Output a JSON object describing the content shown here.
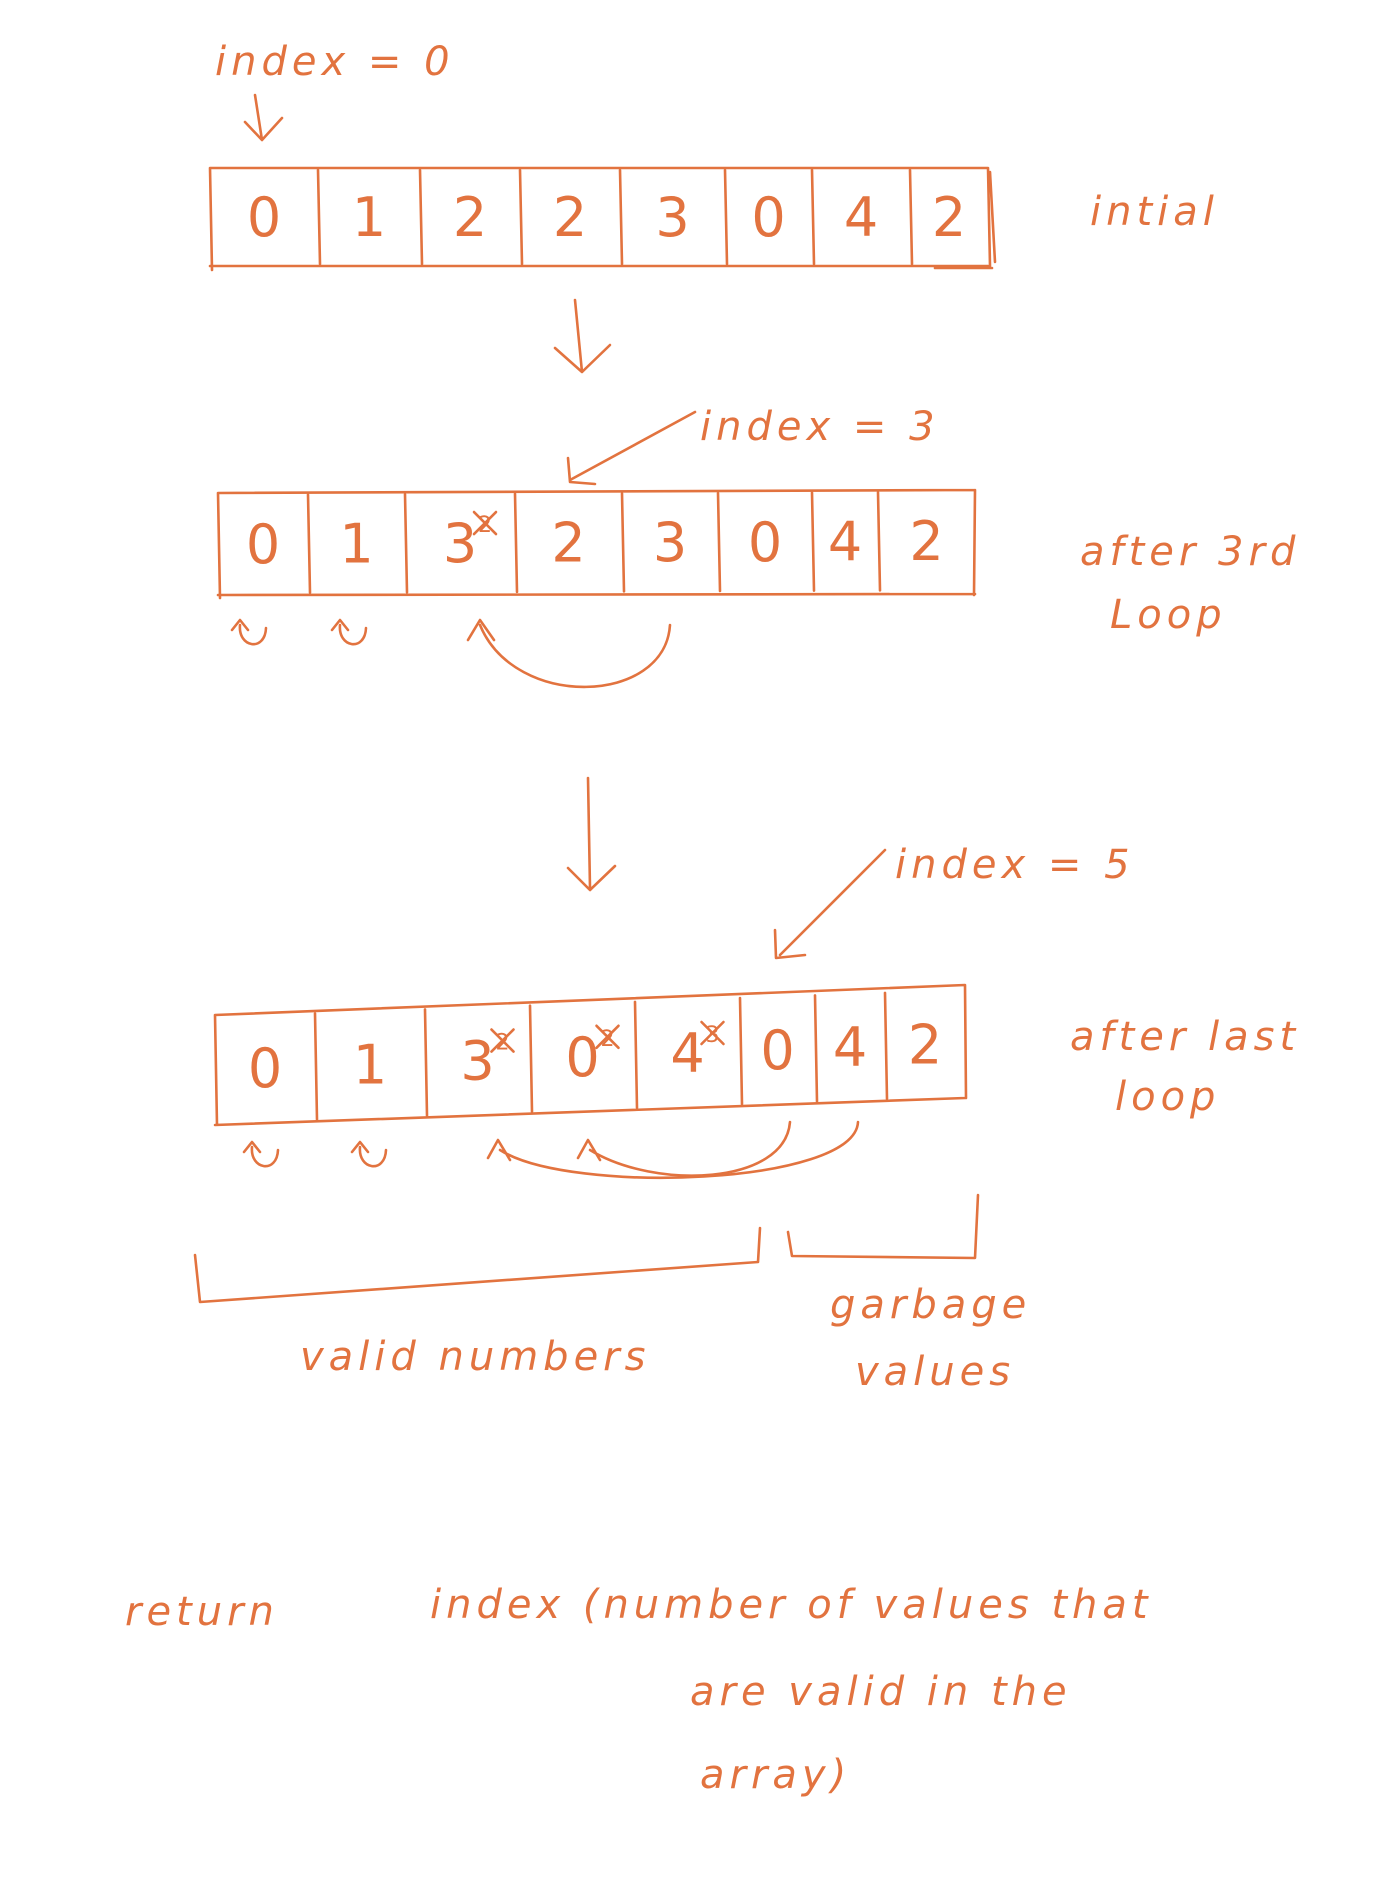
{
  "colors": {
    "ink": "#e2733f",
    "paper": "#ffffff"
  },
  "stage1": {
    "pointer": "index = 0",
    "label": "intial",
    "cells": [
      "0",
      "1",
      "2",
      "2",
      "3",
      "0",
      "4",
      "2"
    ]
  },
  "stage2": {
    "pointer": "index = 3",
    "label_line1": "after 3rd",
    "label_line2": "Loop",
    "cells": [
      "0",
      "1",
      "3",
      "2",
      "3",
      "0",
      "4",
      "2"
    ],
    "overwritten": {
      "2": "2"
    }
  },
  "stage3": {
    "pointer": "index = 5",
    "label_line1": "after last",
    "label_line2": "loop",
    "cells": [
      "0",
      "1",
      "3",
      "0",
      "4",
      "0",
      "4",
      "2"
    ],
    "overwritten": {
      "2": "2",
      "3": "2",
      "4": "3"
    }
  },
  "brackets": {
    "valid": "valid numbers",
    "garbage_line1": "garbage",
    "garbage_line2": "values"
  },
  "conclusion": {
    "line1_left": "return",
    "line1_right": "index (number of values that",
    "line2": "are valid in the",
    "line3": "array)"
  }
}
